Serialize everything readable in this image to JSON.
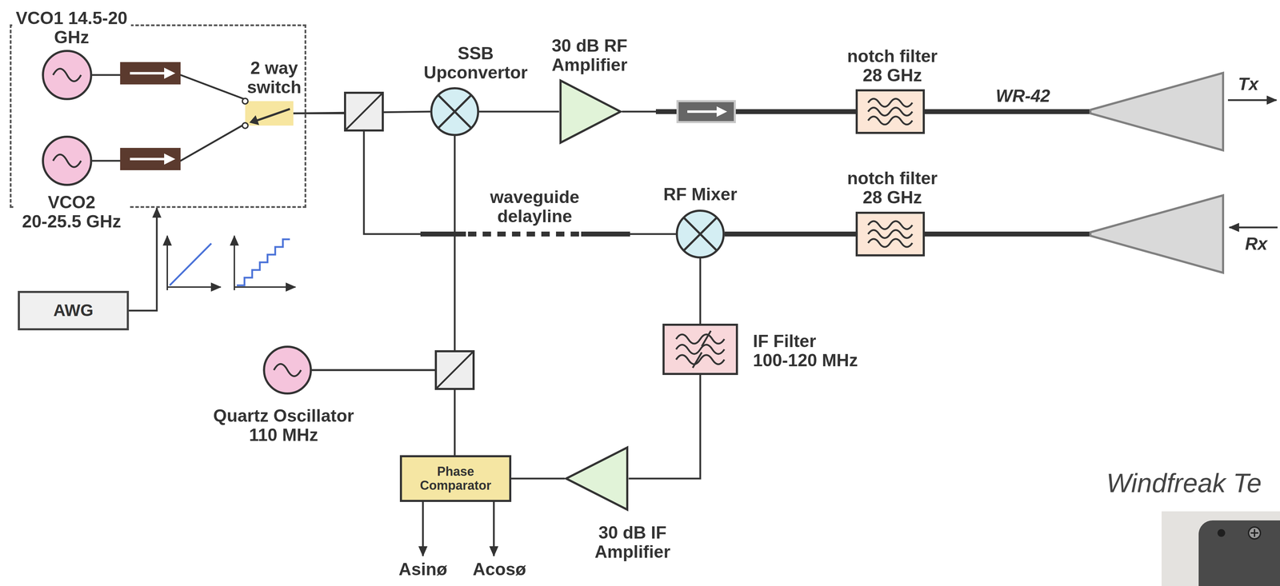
{
  "diagram": {
    "nodes": [
      {
        "text": []
      },
      {
        "text": [
          "VCO1 14.5-20 GHz"
        ],
        "in": 0
      },
      {
        "text": [
          "2 way switch"
        ],
        "in": 0
      },
      {
        "text": [
          "VCO2 20-25.5 GHz"
        ],
        "in": 0
      },
      {
        "text": [
          "SSB Upconvertor"
        ]
      },
      {
        "text": [
          "30 dB RF Amplifier"
        ]
      },
      {
        "text": [
          "notch filter 28 GHz"
        ]
      },
      {
        "text": [
          "Tx"
        ]
      },
      {
        "text": [
          "RF Mixer"
        ]
      },
      {
        "text": [
          "notch filter 28 GHz"
        ]
      },
      {
        "text": [
          "Rx"
        ]
      },
      {
        "text": [
          "AWG"
        ]
      },
      {
        "text": [
          "IF Filter 100-120 MHz"
        ]
      },
      {
        "text": [
          "Quartz Oscillator 110 MHz"
        ]
      },
      {
        "text": [
          "Phase Comparator"
        ]
      },
      {
        "text": [
          "30 dB IF Amplifier"
        ]
      }
    ],
    "edges": [
      {
        "from": 11,
        "to": 0,
        "arrow": "to"
      },
      {
        "from": 1,
        "to": 2,
        "arrow": "none"
      },
      {
        "from": 3,
        "to": 2,
        "arrow": "none"
      },
      {
        "from": 2,
        "to": 4,
        "arrow": "none"
      },
      {
        "from": 2,
        "to": 8,
        "label": "waveguide delayline",
        "arrow": "none"
      },
      {
        "from": 4,
        "to": 5,
        "arrow": "none"
      },
      {
        "from": 5,
        "to": 6,
        "arrow": "none"
      },
      {
        "from": 6,
        "to": 7,
        "label": "WR-42",
        "arrow": "none"
      },
      {
        "from": 10,
        "to": 9,
        "arrow": "none"
      },
      {
        "from": 9,
        "to": 8,
        "arrow": "none"
      },
      {
        "from": 8,
        "to": 12,
        "arrow": "none"
      },
      {
        "from": 12,
        "to": 15,
        "arrow": "none"
      },
      {
        "from": 15,
        "to": 14,
        "arrow": "none"
      },
      {
        "from": 13,
        "to": 4,
        "arrow": "none"
      },
      {
        "from": 13,
        "to": 14,
        "arrow": "none"
      }
    ],
    "labels": [
      "Asinø",
      "Acosø",
      "Windfreak Te"
    ]
  }
}
